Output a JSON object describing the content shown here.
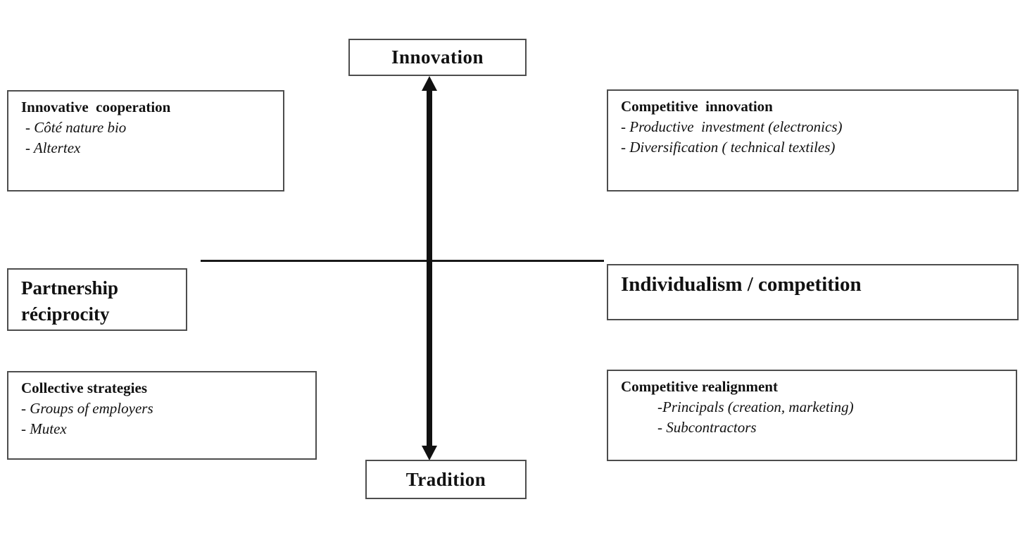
{
  "diagram": {
    "axis_labels": {
      "top": "Innovation",
      "bottom": "Tradition",
      "left": "Partnership\nréciprocity",
      "right": "Individualism / competition"
    },
    "quadrants": {
      "top_left": {
        "title": "Innovative  cooperation",
        "items": [
          "- Côté nature bio",
          "- Altertex"
        ]
      },
      "top_right": {
        "title": "Competitive  innovation",
        "items": [
          "- Productive  investment (electronics)",
          "- Diversification ( technical textiles)"
        ]
      },
      "bottom_left": {
        "title": "Collective strategies",
        "items": [
          "- Groups of employers",
          "- Mutex"
        ]
      },
      "bottom_right": {
        "title": "Competitive realignment",
        "items": [
          "-Principals (creation, marketing)",
          "- Subcontractors"
        ]
      }
    },
    "colors": {
      "background": "#ffffff",
      "text": "#111111",
      "box_border": "#4d4d4d",
      "axis": "#1a1a1a"
    }
  }
}
